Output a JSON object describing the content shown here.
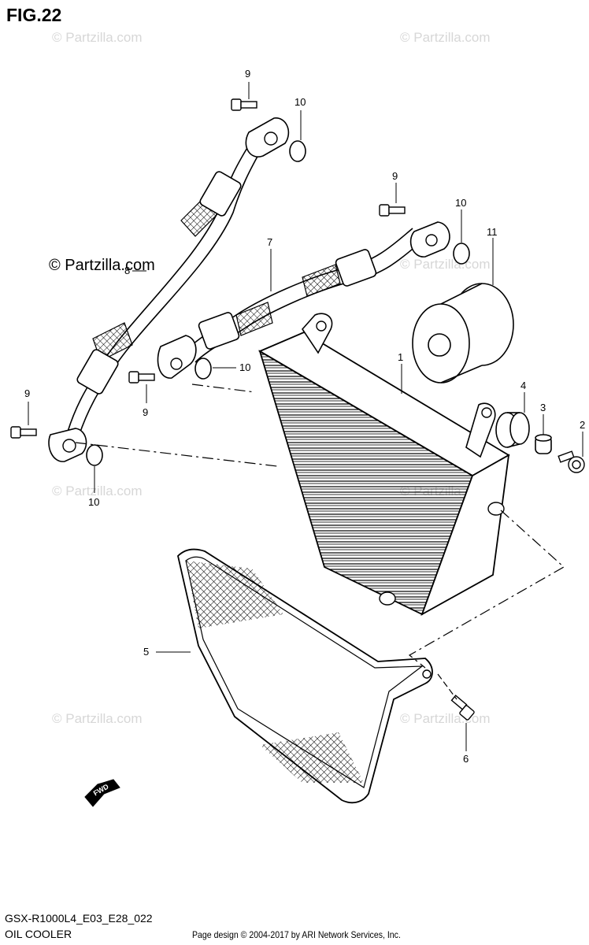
{
  "figure": {
    "title": "FIG.22",
    "model_code": "GSX-R1000L4_E03_E28_022",
    "name": "OIL COOLER"
  },
  "watermarks": {
    "text": "© Partzilla.com",
    "featured_text": "© Partzilla.com"
  },
  "callouts": {
    "c1": "1",
    "c2": "2",
    "c3": "3",
    "c4": "4",
    "c5": "5",
    "c6": "6",
    "c7": "7",
    "c8": "8",
    "c9_top": "9",
    "c9_mid": "9",
    "c9_lower": "9",
    "c9_left": "9",
    "c10_top": "10",
    "c10_mid": "10",
    "c10_lower": "10",
    "c10_left": "10",
    "c11": "11"
  },
  "badge": {
    "fwd": "FWD"
  },
  "footer": {
    "copyright": "Page design © 2004-2017 by ARI Network Services, Inc."
  }
}
